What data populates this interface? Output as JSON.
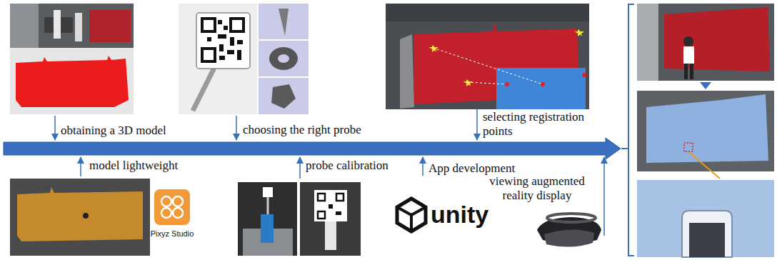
{
  "diagram": {
    "labels": [
      "obtaining a 3D model",
      "choosing the right probe",
      "selecting registration points",
      "model lightweight",
      "Pixyz Studio",
      "probe calibration",
      "App development",
      "unity",
      "viewing augmented reality display"
    ]
  }
}
